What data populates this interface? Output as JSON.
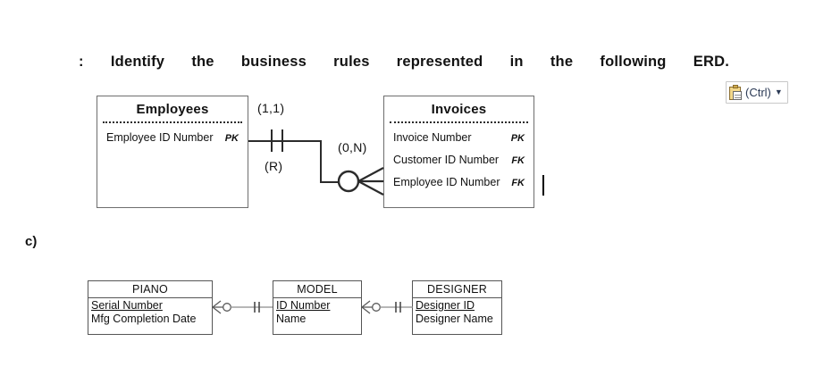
{
  "document": {
    "heading_words": [
      ":",
      "Identify",
      "the",
      "business",
      "rules",
      "represented",
      "in",
      "the",
      "following",
      "ERD."
    ],
    "section_label": "c)"
  },
  "paste_options": {
    "label": "(Ctrl)",
    "icon": "clipboard-icon",
    "caret": "▼"
  },
  "erd_top": {
    "entities": [
      {
        "name": "Employees",
        "attributes": [
          {
            "name": "Employee ID Number",
            "key": "PK"
          }
        ]
      },
      {
        "name": "Invoices",
        "attributes": [
          {
            "name": "Invoice Number",
            "key": "PK"
          },
          {
            "name": "Customer ID Number",
            "key": "FK"
          },
          {
            "name": "Employee ID Number",
            "key": "FK"
          }
        ]
      }
    ],
    "cardinalities": {
      "employees_side": "(1,1)",
      "relationship_flag": "(R)",
      "invoices_side": "(0,N)"
    }
  },
  "erd_bottom": {
    "entities": [
      {
        "name": "PIANO",
        "attributes": [
          {
            "name": "Serial Number",
            "is_key": true
          },
          {
            "name": "Mfg Completion Date",
            "is_key": false
          }
        ]
      },
      {
        "name": "MODEL",
        "attributes": [
          {
            "name": "ID Number",
            "is_key": true
          },
          {
            "name": "Name",
            "is_key": false
          }
        ]
      },
      {
        "name": "DESIGNER",
        "attributes": [
          {
            "name": "Designer ID",
            "is_key": true
          },
          {
            "name": "Designer Name",
            "is_key": false
          }
        ]
      }
    ],
    "relationships": [
      {
        "from": "PIANO",
        "to": "MODEL",
        "from_symbol": "crows-foot-optional-many",
        "to_symbol": "one-and-only-one"
      },
      {
        "from": "MODEL",
        "to": "DESIGNER",
        "from_symbol": "crows-foot-optional-many",
        "to_symbol": "one-and-only-one"
      }
    ]
  },
  "colors": {
    "background": "#ffffff",
    "ink": "#111111",
    "line_top": "#2b2b2b",
    "line_bottom": "#7a7a7a",
    "border_top": "#6e6e6e",
    "border_bottom": "#555555"
  }
}
